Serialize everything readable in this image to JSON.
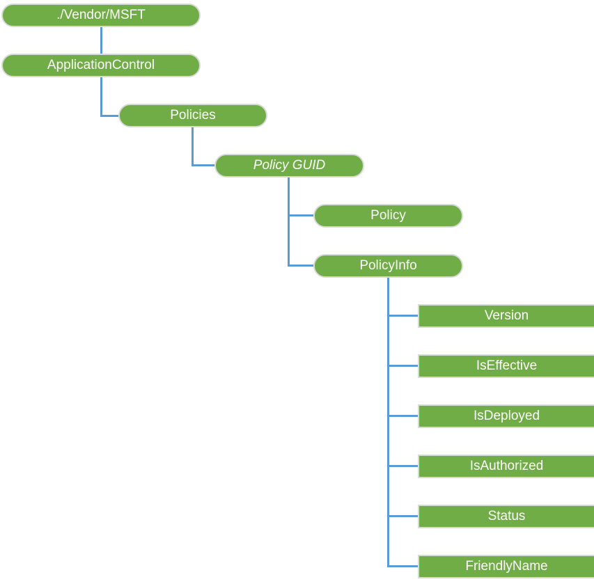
{
  "diagram": {
    "description": "ApplicationControl configuration service provider tree",
    "colors": {
      "node_fill": "#70AD47",
      "node_border": "#D9D9D9",
      "connector": "#5B9BD5",
      "text": "#FFFFFF"
    },
    "nodes": [
      {
        "label": "./Vendor/MSFT",
        "shape": "pill",
        "italic": false,
        "parent": null
      },
      {
        "label": "ApplicationControl",
        "shape": "pill",
        "italic": false,
        "parent": "./Vendor/MSFT"
      },
      {
        "label": "Policies",
        "shape": "pill",
        "italic": false,
        "parent": "ApplicationControl"
      },
      {
        "label": "Policy GUID",
        "shape": "pill",
        "italic": true,
        "parent": "Policies"
      },
      {
        "label": "Policy",
        "shape": "pill",
        "italic": false,
        "parent": "Policy GUID"
      },
      {
        "label": "PolicyInfo",
        "shape": "pill",
        "italic": false,
        "parent": "Policy GUID"
      },
      {
        "label": "Version",
        "shape": "rect",
        "italic": false,
        "parent": "PolicyInfo"
      },
      {
        "label": "IsEffective",
        "shape": "rect",
        "italic": false,
        "parent": "PolicyInfo"
      },
      {
        "label": "IsDeployed",
        "shape": "rect",
        "italic": false,
        "parent": "PolicyInfo"
      },
      {
        "label": "IsAuthorized",
        "shape": "rect",
        "italic": false,
        "parent": "PolicyInfo"
      },
      {
        "label": "Status",
        "shape": "rect",
        "italic": false,
        "parent": "PolicyInfo"
      },
      {
        "label": "FriendlyName",
        "shape": "rect",
        "italic": false,
        "parent": "PolicyInfo"
      }
    ]
  }
}
